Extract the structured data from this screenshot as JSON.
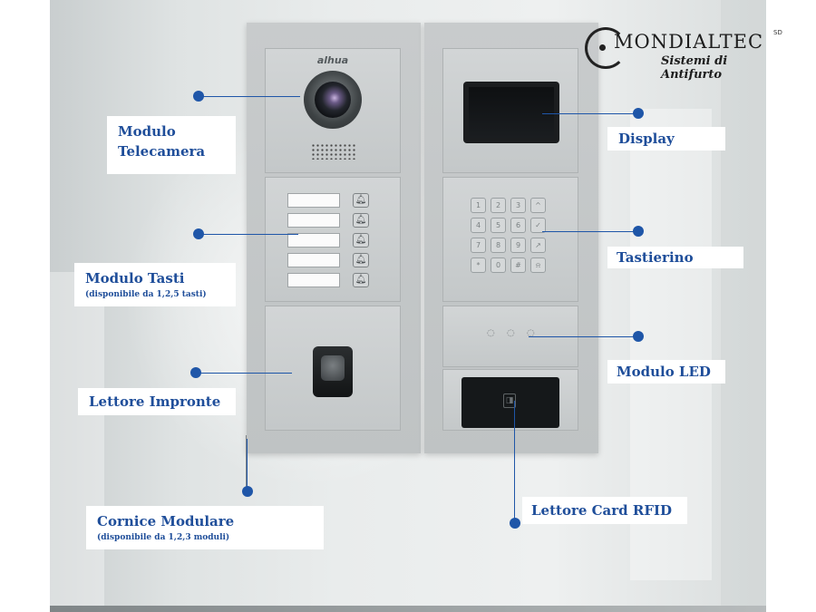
{
  "logo": {
    "name": "MONDIALTEC",
    "superscript": "SD",
    "tagline": "Sistemi di Antifurto"
  },
  "device": {
    "brand": "alhua",
    "keypad_keys": [
      "1",
      "2",
      "3",
      "^",
      "4",
      "5",
      "6",
      "✓",
      "7",
      "8",
      "9",
      "↗",
      "*",
      "0",
      "#",
      "⍾"
    ],
    "led_icons": [
      "◌",
      "◌",
      "◌"
    ]
  },
  "labels": {
    "camera_module": {
      "line1": "Modulo",
      "line2": "Telecamera"
    },
    "button_module": {
      "main": "Modulo Tasti",
      "sub": "(disponibile da 1,2,5 tasti)"
    },
    "fingerprint_reader": {
      "main": "Lettore Impronte"
    },
    "modular_frame": {
      "main": "Cornice Modulare",
      "sub": "(disponibile da 1,2,3 moduli)"
    },
    "display": {
      "main": "Display"
    },
    "keypad": {
      "main": "Tastierino"
    },
    "led_module": {
      "main": "Modulo LED"
    },
    "rfid_reader": {
      "main": "Lettore Card RFID"
    }
  },
  "colors": {
    "label_text": "#1f4e9a",
    "pointer": "#1f56a8",
    "panel": "#c4c8c9"
  }
}
